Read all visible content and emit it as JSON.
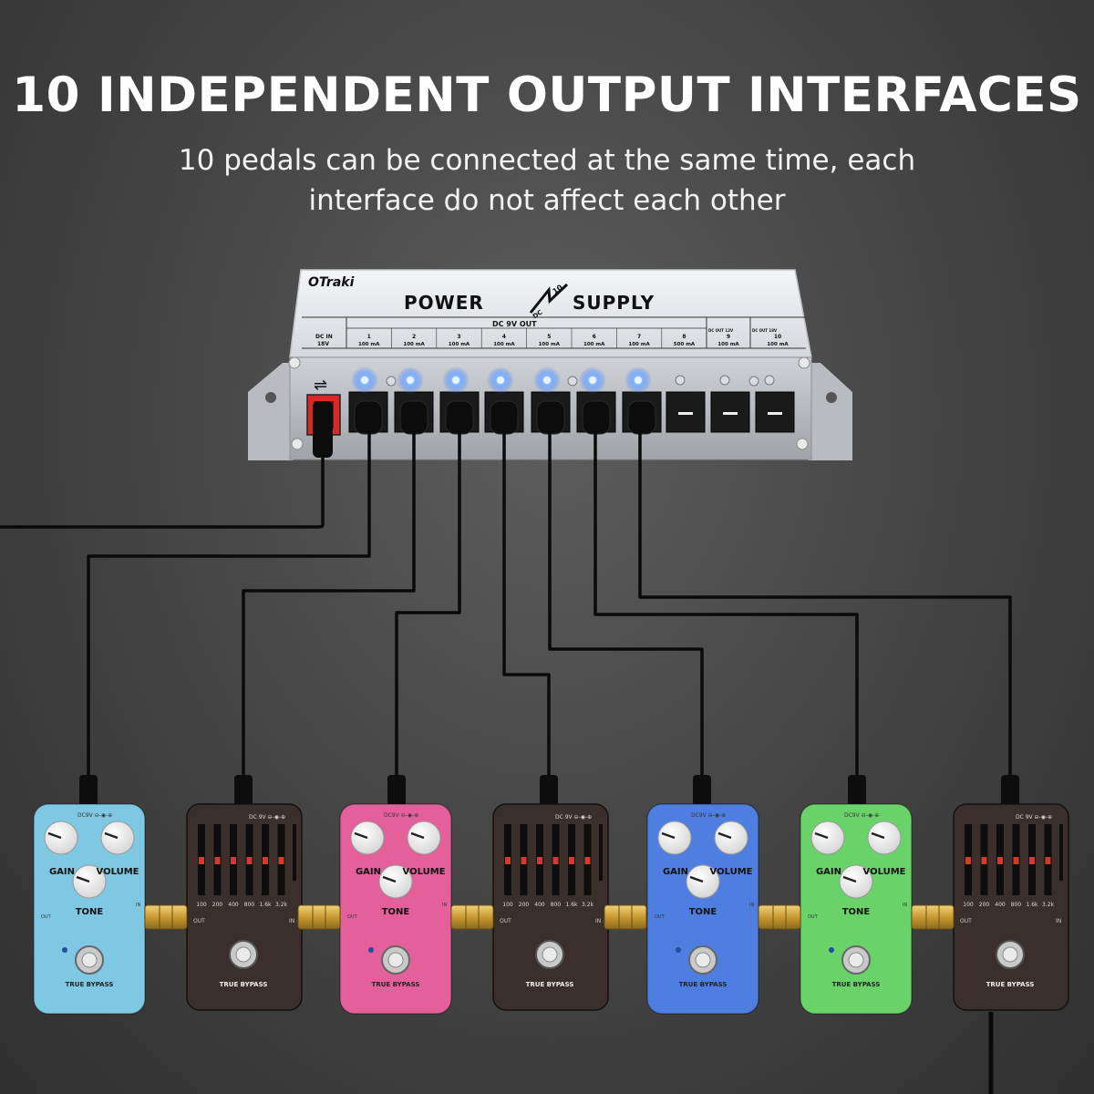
{
  "headline": "10 INDEPENDENT OUTPUT INTERFACES",
  "subline1": "10 pedals can be connected at the same time, each",
  "subline2": "interface do not affect each other",
  "supply": {
    "brand": "OTraki",
    "word1": "POWER",
    "word2": "SUPPLY",
    "badge_dc": "DC",
    "badge_num": "10",
    "dc_in": "DC IN",
    "dc_in_v": "18V",
    "dc_out": "DC 9V OUT",
    "dc_12v": "DC OUT 12V",
    "dc_18v": "DC OUT 18V",
    "ports": [
      {
        "num": "1",
        "ma": "100 mA"
      },
      {
        "num": "2",
        "ma": "100 mA"
      },
      {
        "num": "3",
        "ma": "100 mA"
      },
      {
        "num": "4",
        "ma": "100 mA"
      },
      {
        "num": "5",
        "ma": "100 mA"
      },
      {
        "num": "6",
        "ma": "100 mA"
      },
      {
        "num": "7",
        "ma": "100 mA"
      },
      {
        "num": "8",
        "ma": "500 mA"
      },
      {
        "num": "9",
        "ma": "100 mA"
      },
      {
        "num": "10",
        "ma": "100 mA"
      }
    ]
  },
  "pedal_text": {
    "gain": "GAIN",
    "volume": "VOLUME",
    "tone": "TONE",
    "true_bypass": "TRUE BYPASS",
    "dc9v": "DC9V",
    "dc_9v": "DC 9V",
    "out": "OUT",
    "in": "IN",
    "eq_bands": [
      "100",
      "200",
      "400",
      "800",
      "1.6k",
      "3.2k"
    ]
  },
  "pedals": [
    {
      "kind": "drive",
      "color": "#7ec8e3"
    },
    {
      "kind": "eq",
      "color": "#3a2f2b"
    },
    {
      "kind": "drive",
      "color": "#e3609a"
    },
    {
      "kind": "eq",
      "color": "#3a2f2b"
    },
    {
      "kind": "drive",
      "color": "#4e7fe0"
    },
    {
      "kind": "drive",
      "color": "#69d36a"
    },
    {
      "kind": "eq",
      "color": "#3a2f2b"
    }
  ]
}
